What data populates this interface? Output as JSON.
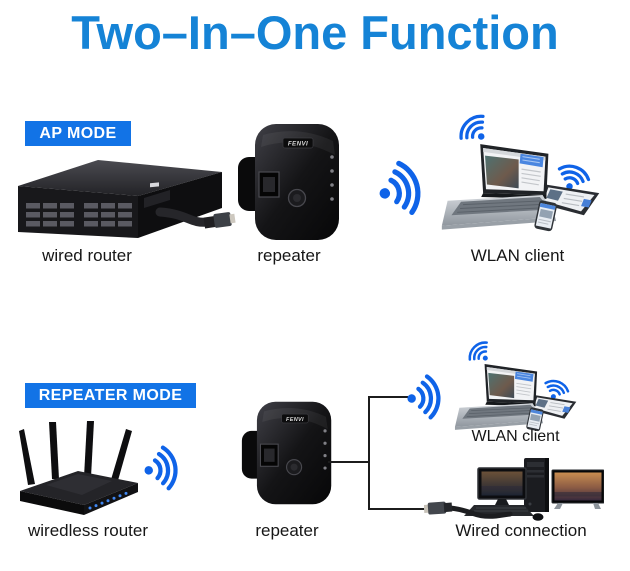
{
  "title": "Two–In–One Function",
  "colors": {
    "title_blue": "#1583d6",
    "badge_blue": "#1273e6",
    "wifi_blue": "#0f63e8",
    "label_black": "#161616",
    "background": "#ffffff"
  },
  "ap_mode": {
    "badge": "AP MODE",
    "router_label": "wired router",
    "repeater_label": "repeater",
    "client_label": "WLAN client"
  },
  "repeater_mode": {
    "badge": "REPEATER MODE",
    "router_label": "wiredless router",
    "repeater_label": "repeater",
    "client_label": "WLAN client",
    "wired_label": "Wired connection"
  },
  "devices": {
    "repeater_brand": "FENVI"
  },
  "icons": {
    "wifi": "wifi-signal-icon"
  }
}
